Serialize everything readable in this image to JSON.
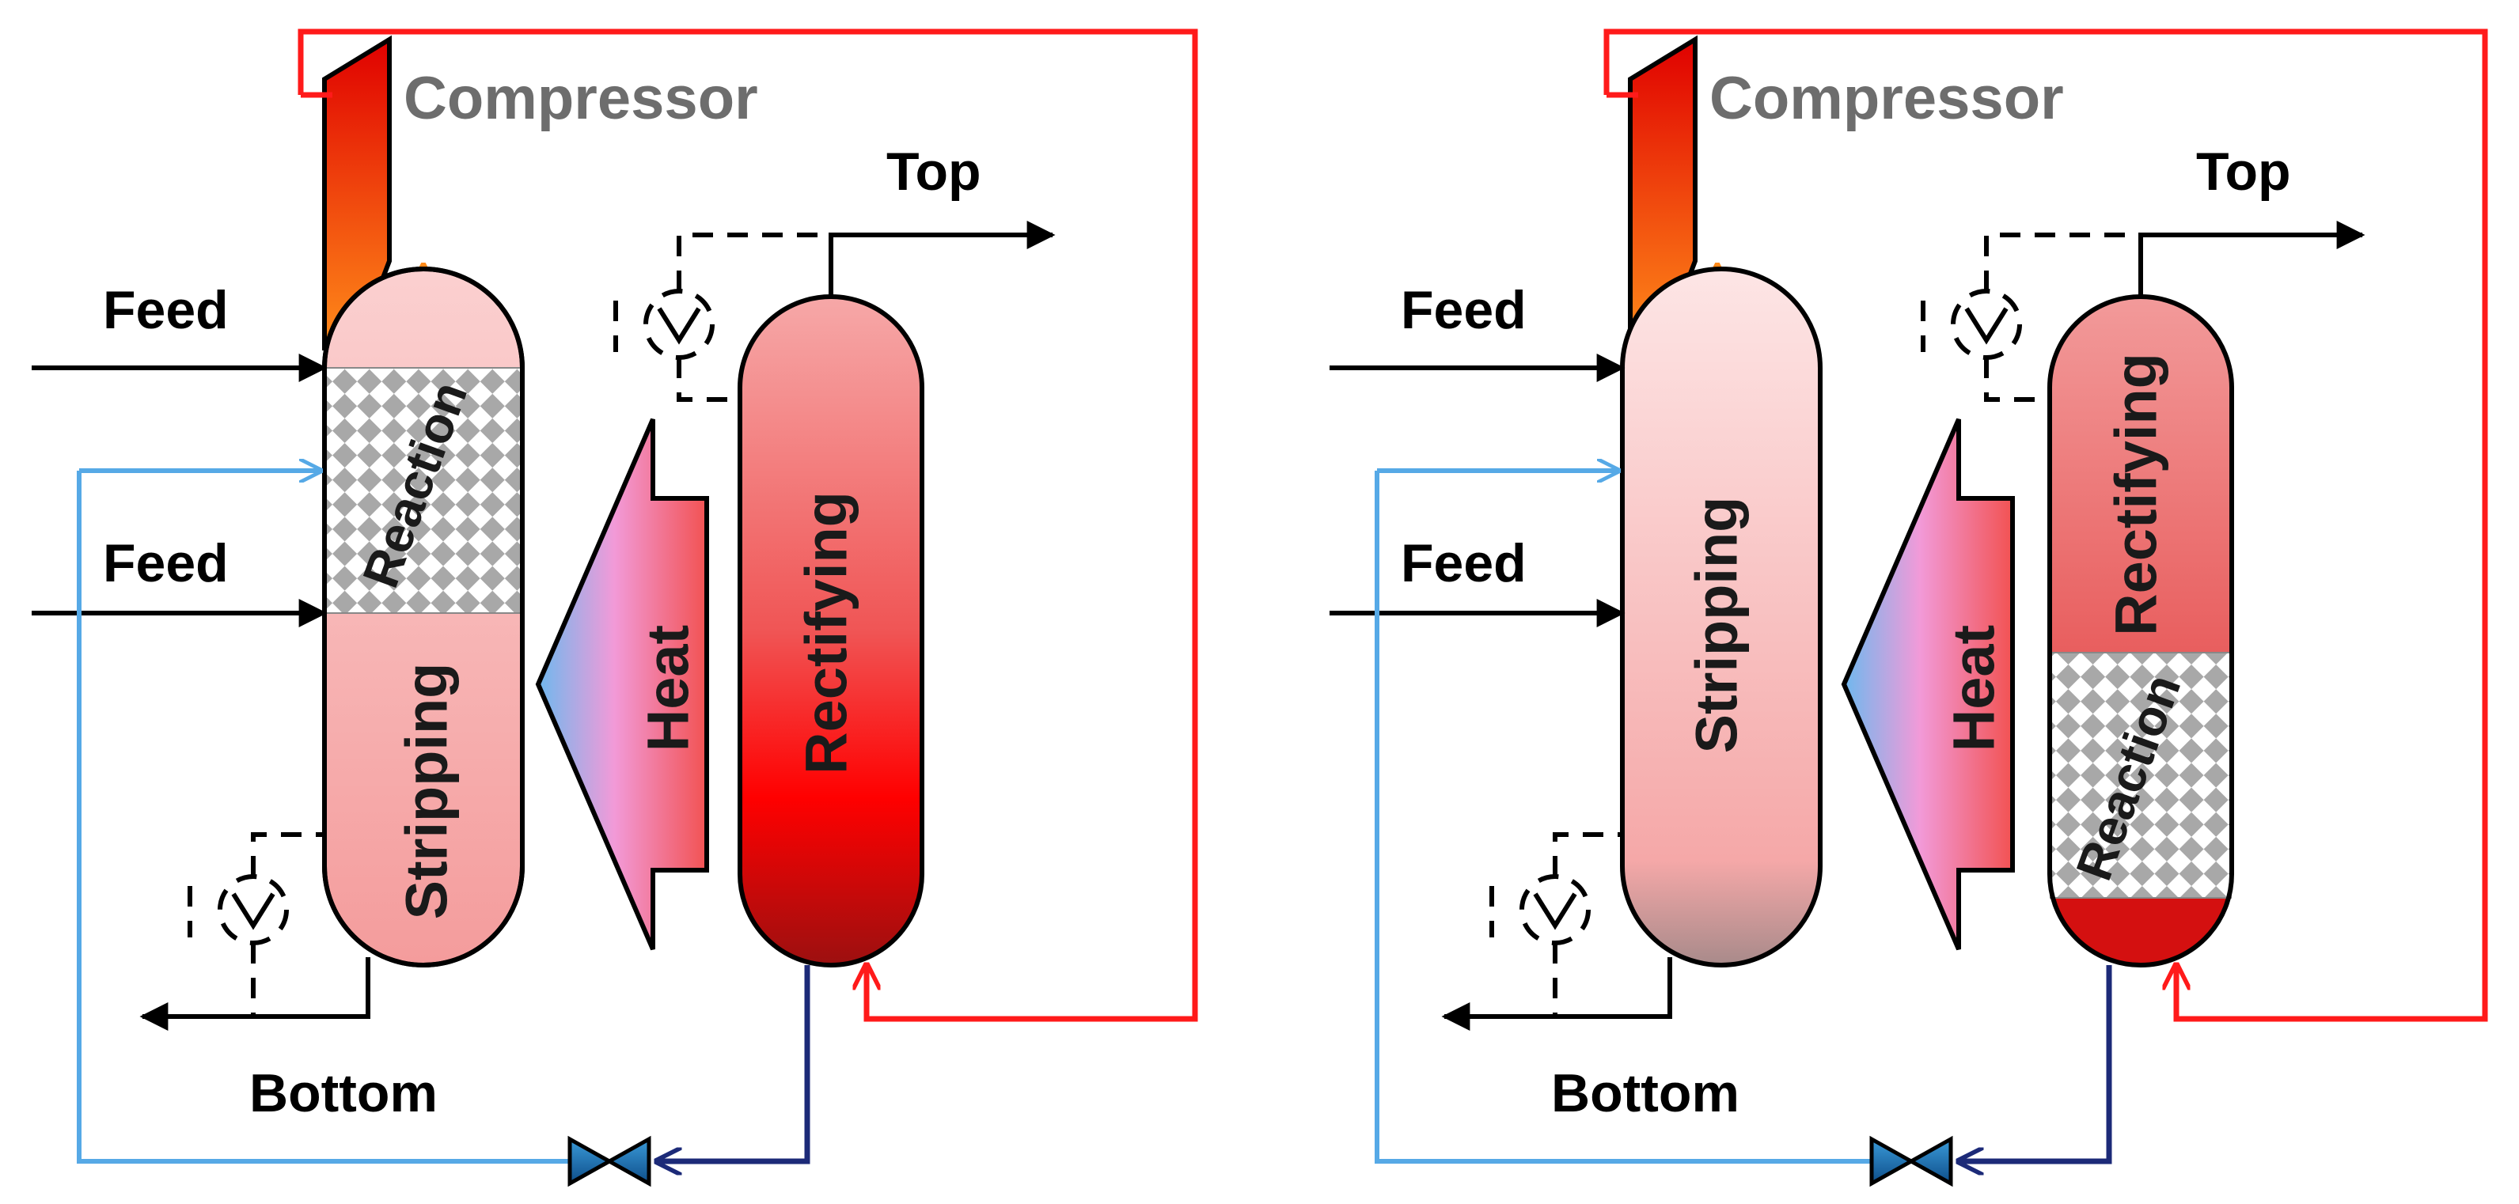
{
  "colors": {
    "vapor_line": "#ff1a1a",
    "compressor_outlet": "#ff8a1a",
    "liquid_return": "#56a9e6",
    "transfer_line": "#1c2a78",
    "valve": "#1e78b4"
  },
  "icons": [
    "compressor-icon",
    "valve-icon",
    "control-valve-icon",
    "arrow-icon",
    "checkered-packing-pattern"
  ],
  "panels": [
    {
      "compressor_label": "Compressor",
      "top_label": "Top",
      "bottom_label": "Bottom",
      "feed_labels": [
        "Feed",
        "Feed"
      ],
      "stripping_label": "Stripping",
      "rectifying_label": "Rectifying",
      "heat_label": "Heat",
      "reaction_label": "Reaction"
    },
    {
      "compressor_label": "Compressor",
      "top_label": "Top",
      "bottom_label": "Bottom",
      "feed_labels": [
        "Feed",
        "Feed"
      ],
      "stripping_label": "Stripping",
      "rectifying_label": "Rectifying",
      "heat_label": "Heat",
      "reaction_label": "Reaction"
    }
  ]
}
